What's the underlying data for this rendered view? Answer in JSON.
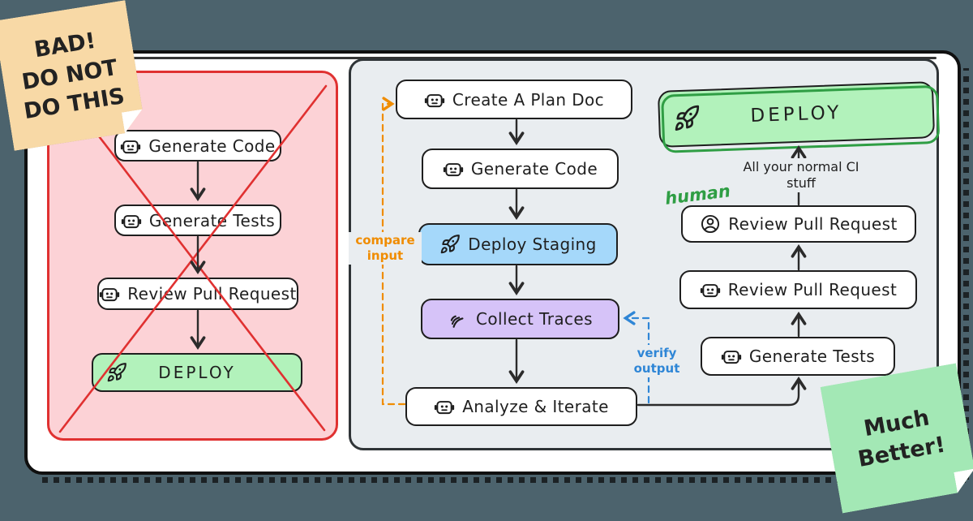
{
  "colors": {
    "page_background": "#4c636d",
    "frame_background": "#ffffff",
    "bad_panel_fill": "#fcd2d6",
    "bad_panel_border": "#e03131",
    "good_panel_fill": "#e9edf0",
    "node_border": "#1e1e1e",
    "green_fill": "#b2f2bb",
    "blue_fill": "#a5d8fa",
    "purple_fill": "#d6c3f8",
    "orange_accent": "#f08c00",
    "blue_accent": "#2f86d6",
    "green_accent": "#2f9e44",
    "sticky_bad_fill": "#f8d9a6",
    "sticky_good_fill": "#a3e8b5"
  },
  "sticky_bad": {
    "lines": [
      "BAD!",
      "DO NOT",
      "DO THIS"
    ]
  },
  "sticky_good": {
    "lines": [
      "Much",
      "Better!"
    ]
  },
  "bad_flow": {
    "steps": [
      {
        "label": "Generate Code",
        "icon": "robot-icon"
      },
      {
        "label": "Generate Tests",
        "icon": "robot-icon"
      },
      {
        "label": "Review Pull Request",
        "icon": "robot-icon"
      },
      {
        "label": "DEPLOY",
        "icon": "rocket-icon"
      }
    ]
  },
  "good_flow": {
    "main_steps": [
      {
        "label": "Create A Plan Doc",
        "icon": "robot-icon"
      },
      {
        "label": "Generate Code",
        "icon": "robot-icon"
      },
      {
        "label": "Deploy Staging",
        "icon": "rocket-icon"
      },
      {
        "label": "Collect Traces",
        "icon": "signal-waves-icon"
      },
      {
        "label": "Analyze & Iterate",
        "icon": "robot-icon"
      }
    ],
    "right_steps": [
      {
        "label": "Generate Tests",
        "icon": "robot-icon"
      },
      {
        "label": "Review Pull Request",
        "icon": "robot-icon"
      },
      {
        "label": "Review Pull Request",
        "icon": "person-icon"
      },
      {
        "label": "DEPLOY",
        "icon": "rocket-icon"
      }
    ],
    "annotations": {
      "compare_input": [
        "compare",
        "input"
      ],
      "verify_output": [
        "verify",
        "output"
      ],
      "ci_note": [
        "All your normal CI",
        "stuff"
      ],
      "human_label": "human"
    }
  }
}
